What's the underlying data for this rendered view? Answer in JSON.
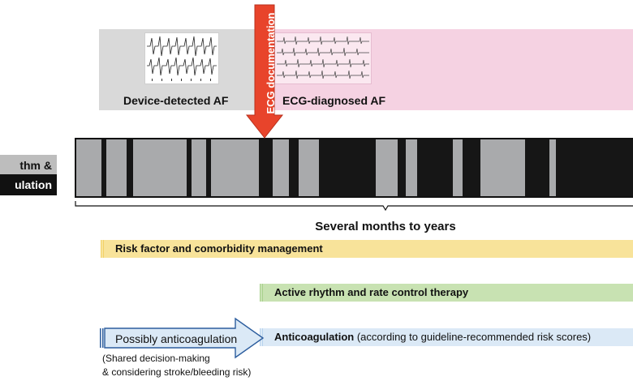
{
  "panels": {
    "device_label": "Device-detected AF",
    "ecg_label": "ECG-diagnosed AF"
  },
  "arrow": {
    "label": "ECG documentation",
    "color": "#e8442b"
  },
  "legend": {
    "rhythm_partial": "thm &",
    "anticoag_partial": "ulation"
  },
  "timeline": {
    "duration_label": "Several months to years",
    "background_color": "#a9aaac",
    "segment_color": "#161616"
  },
  "therapies": {
    "risk_factor": "Risk factor and comorbidity management",
    "rhythm_rate": "Active rhythm and rate control therapy",
    "anticoag_bold": "Anticoagulation",
    "anticoag_note": "(according to guideline-recommended risk scores)",
    "possibly": "Possibly anticoagulation",
    "shared_line1": "(Shared decision-making",
    "shared_line2": "& considering stroke/bleeding risk)"
  },
  "colors": {
    "device_panel": "#d9d9d9",
    "ecg_panel": "#f5d2e2",
    "risk_bar": "#f8e39a",
    "rhythm_bar": "#c8e2b2",
    "anticoag_bar": "#dbe9f6"
  }
}
